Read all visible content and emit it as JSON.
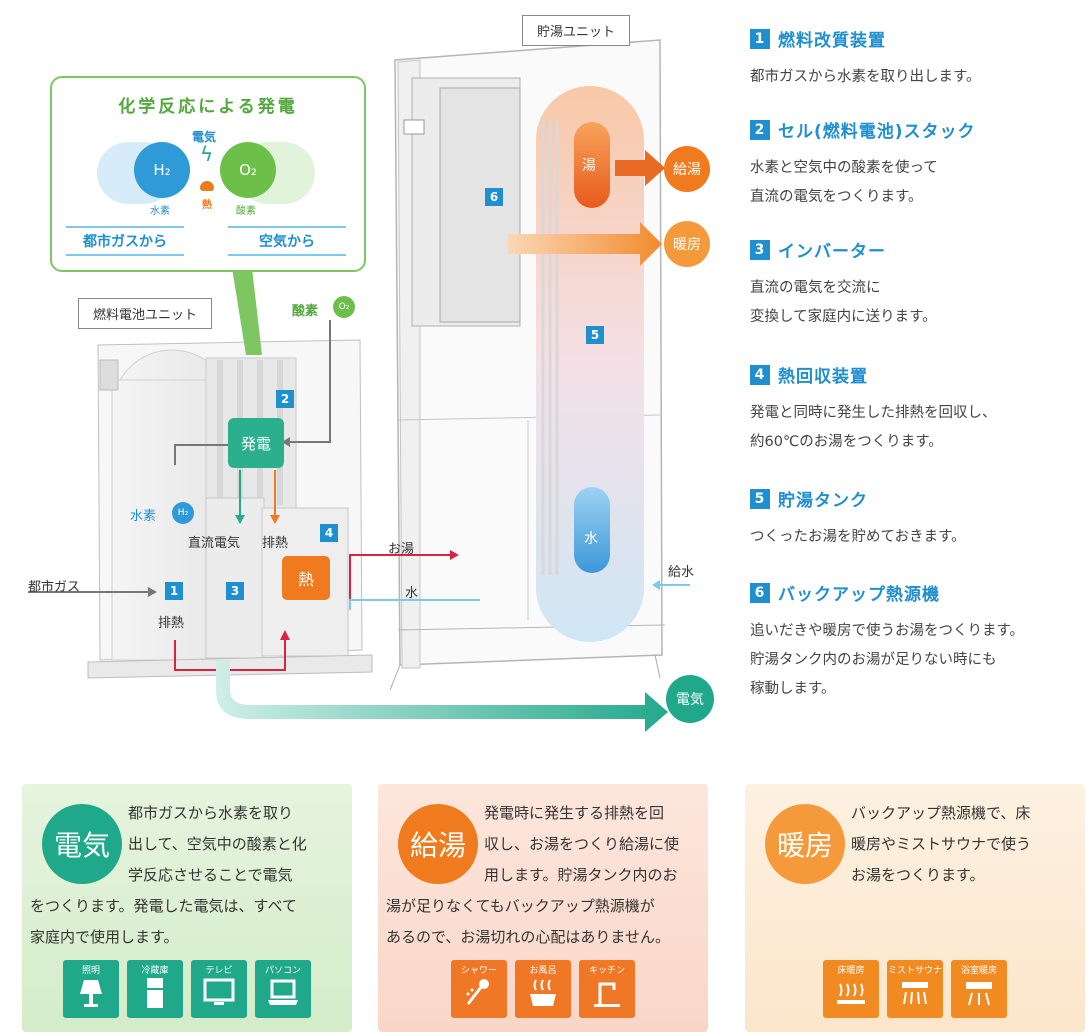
{
  "units": {
    "storage": "貯湯ユニット",
    "fuelcell": "燃料電池ユニット"
  },
  "callout": {
    "title": "化学反応による発電",
    "electricity": "電気",
    "h2": "H₂",
    "o2": "O₂",
    "h2_label": "水素",
    "o2_label": "酸素",
    "heat": "熱",
    "from_gas": "都市ガスから",
    "from_air": "空気から"
  },
  "diagram": {
    "oxygen": "酸素",
    "o2_badge": "O₂",
    "generation": "発電",
    "hydrogen": "水素",
    "h2_badge": "H₂",
    "dc": "直流電気",
    "exhaust_heat": "排熱",
    "heat": "熱",
    "city_gas": "都市ガス",
    "exhaust_heat2": "排熱",
    "hot_water": "お湯",
    "water": "水",
    "water_supply": "給水",
    "tank_hot": "湯",
    "tank_water": "水",
    "out_kyuto": "給湯",
    "out_danbo": "暖房",
    "out_denki": "電気",
    "nums": [
      "1",
      "2",
      "3",
      "4",
      "5",
      "6"
    ]
  },
  "legend": [
    {
      "num": "1",
      "title": "燃料改質装置",
      "desc": "都市ガスから水素を取り出します。"
    },
    {
      "num": "2",
      "title": "セル(燃料電池)スタック",
      "desc": "水素と空気中の酸素を使って\n直流の電気をつくります。"
    },
    {
      "num": "3",
      "title": "インバーター",
      "desc": "直流の電気を交流に\n変換して家庭内に送ります。"
    },
    {
      "num": "4",
      "title": "熱回収装置",
      "desc": "発電と同時に発生した排熱を回収し、\n約60℃のお湯をつくります。"
    },
    {
      "num": "5",
      "title": "貯湯タンク",
      "desc": "つくったお湯を貯めておきます。"
    },
    {
      "num": "6",
      "title": "バックアップ熱源機",
      "desc": "追いだきや暖房で使うお湯をつくります。\n貯湯タンク内のお湯が足りない時にも\n稼動します。"
    }
  ],
  "panels": [
    {
      "circle": "電気",
      "lines": [
        "都市ガスから水素を取り",
        "出して、空気中の酸素と化",
        "学反応させることで電気",
        "をつくります。発電した電気は、すべて",
        "家庭内で使用します。"
      ],
      "icons": [
        "照明",
        "冷蔵庫",
        "テレビ",
        "パソコン"
      ]
    },
    {
      "circle": "給湯",
      "lines": [
        "発電時に発生する排熱を回",
        "収し、お湯をつくり給湯に使",
        "用します。貯湯タンク内のお",
        "湯が足りなくてもバックアップ熱源機が",
        "あるので、お湯切れの心配はありません。"
      ],
      "icons": [
        "シャワー",
        "お風呂",
        "キッチン"
      ]
    },
    {
      "circle": "暖房",
      "lines": [
        "バックアップ熱源機で、床",
        "暖房やミストサウナで使う",
        "お湯をつくります。"
      ],
      "icons": [
        "床暖房",
        "ミストサウナ",
        "浴室暖房"
      ]
    }
  ],
  "colors": {
    "blue": "#1f8fcf",
    "green": "#52a83c",
    "orange": "#f07b1f",
    "teal": "#1fa98a"
  }
}
